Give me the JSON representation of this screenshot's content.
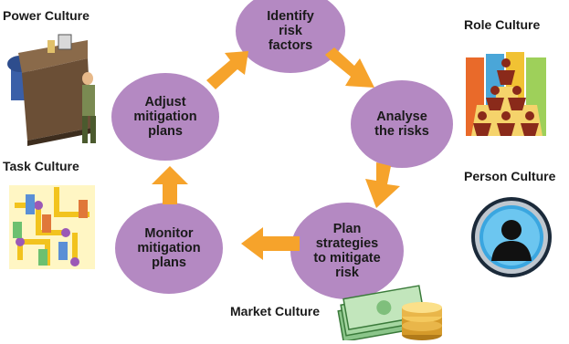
{
  "cultures": {
    "power": "Power Culture",
    "role": "Role Culture",
    "task": "Task Culture",
    "person": "Person Culture",
    "market": "Market Culture"
  },
  "cycle": {
    "identify": [
      "Identify",
      "risk",
      "factors"
    ],
    "analyse": [
      "Analyse",
      "the risks"
    ],
    "plan": [
      "Plan",
      "strategies",
      "to mitigate",
      "risk"
    ],
    "monitor": [
      "Monitor",
      "mitigation",
      "plans"
    ],
    "adjust": [
      "Adjust",
      "mitigation",
      "plans"
    ]
  },
  "colors": {
    "node": "#b489c2",
    "arrow": "#f6a32b",
    "text": "#1a1a1a"
  },
  "icons": {
    "power": "desk-manager-illustration",
    "role": "people-pyramid-illustration",
    "task": "teamwork-circuit-illustration",
    "person": "person-silhouette-icon",
    "market": "money-coins-illustration"
  }
}
